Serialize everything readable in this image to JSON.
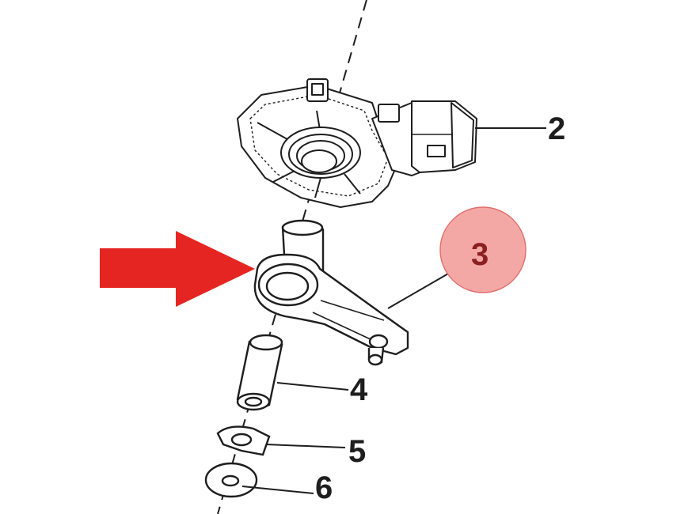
{
  "diagram": {
    "callouts": [
      {
        "id": "callout-2",
        "label": "2"
      },
      {
        "id": "callout-3",
        "label": "3"
      },
      {
        "id": "callout-4",
        "label": "4"
      },
      {
        "id": "callout-5",
        "label": "5"
      },
      {
        "id": "callout-6",
        "label": "6"
      }
    ],
    "highlighted_callout": "3",
    "colors": {
      "pointer_arrow": "#e52521",
      "highlight_circle_fill": "#f4a8a6",
      "highlight_circle_stroke": "#e06e6c",
      "highlight_label": "#8a2020",
      "line_art": "#1e1e1e"
    }
  }
}
